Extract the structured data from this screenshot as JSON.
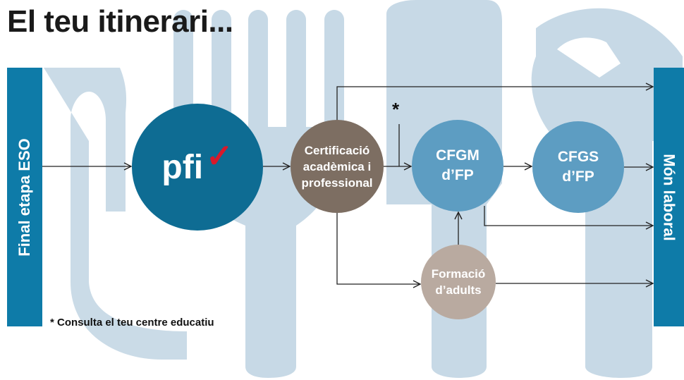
{
  "title": "El teu itinerari...",
  "left_label": "Final etapa ESO",
  "right_label": "Món laboral",
  "nodes": {
    "pfi": "pfi",
    "certificacio": "Certificació\nacadèmica i\nprofessional",
    "cfgm": "CFGM\nd’FP",
    "cfgs": "CFGS\nd’FP",
    "adults": "Formació\nd’adults"
  },
  "asterisk": "*",
  "footnote": "* Consulta el teu centre educatiu",
  "icons": {
    "pfi_mark": "check-icon",
    "background": "cutlery-and-wrench-icon"
  },
  "colors": {
    "sidebar": "#0e7ba8",
    "pfi": "#0e6c93",
    "certificacio": "#7d6e62",
    "cfg": "#5d9dc2",
    "adults": "#b9aaa0",
    "background_shapes": "#c7d9e6",
    "check": "#d8192a"
  }
}
